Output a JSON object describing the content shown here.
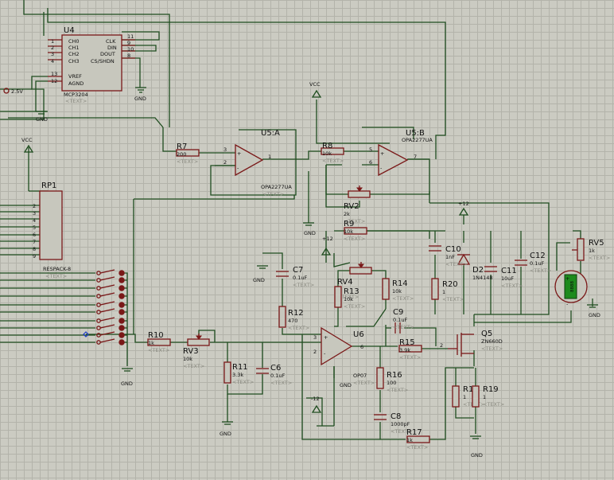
{
  "text_placeholder": "<TEXT>",
  "vcc": "VCC",
  "gnd": "GND",
  "plus12": "+12",
  "minus12": "-12",
  "ref_label": "2.5V",
  "u4": {
    "ref": "U4",
    "part": "MCP3204",
    "pins_left": [
      [
        "1",
        "CH0"
      ],
      [
        "2",
        "CH1"
      ],
      [
        "3",
        "CH2"
      ],
      [
        "4",
        "CH3"
      ],
      [
        "13",
        "VREF"
      ],
      [
        "12",
        "AGND"
      ]
    ],
    "pins_right": [
      [
        "11",
        "CLK"
      ],
      [
        "9",
        "DIN"
      ],
      [
        "10",
        "DOUT"
      ],
      [
        "8",
        "CS/SHDN"
      ]
    ]
  },
  "u5a": {
    "ref": "U5:A",
    "part": "OPA2277UA",
    "pins": [
      "3",
      "2",
      "1"
    ]
  },
  "u5b": {
    "ref": "U5:B",
    "part": "OPA2277UA",
    "pins": [
      "5",
      "6",
      "7"
    ]
  },
  "u6": {
    "ref": "U6",
    "part": "OP07",
    "pins": [
      "3",
      "2",
      "6"
    ]
  },
  "rp1": {
    "ref": "RP1",
    "part": "RESPACK-8",
    "pins": [
      "2",
      "3",
      "4",
      "5",
      "6",
      "7",
      "8",
      "9"
    ]
  },
  "q5": {
    "ref": "Q5",
    "part": "ZN660D",
    "pin": "2"
  },
  "d2": {
    "ref": "D2",
    "part": "1N4148"
  },
  "display": "8888",
  "components": [
    {
      "ref": "R7",
      "value": "200"
    },
    {
      "ref": "R8",
      "value": "10k"
    },
    {
      "ref": "RV2",
      "value": "2k"
    },
    {
      "ref": "R9",
      "value": "10k"
    },
    {
      "ref": "C7",
      "value": "0.1uF"
    },
    {
      "ref": "RV4",
      "value": ""
    },
    {
      "ref": "R13",
      "value": "10k"
    },
    {
      "ref": "R14",
      "value": "10k"
    },
    {
      "ref": "R12",
      "value": "470"
    },
    {
      "ref": "C9",
      "value": "0.1uF"
    },
    {
      "ref": "R10",
      "value": "1k"
    },
    {
      "ref": "RV3",
      "value": "10k"
    },
    {
      "ref": "R11",
      "value": "3.3k"
    },
    {
      "ref": "C6",
      "value": "0.1uF"
    },
    {
      "ref": "R15",
      "value": "3.9k"
    },
    {
      "ref": "R16",
      "value": "100"
    },
    {
      "ref": "C8",
      "value": "1000pF"
    },
    {
      "ref": "R17",
      "value": "1k"
    },
    {
      "ref": "C10",
      "value": "1nF"
    },
    {
      "ref": "R20",
      "value": "1"
    },
    {
      "ref": "C11",
      "value": "10uF"
    },
    {
      "ref": "C12",
      "value": "0.1uF"
    },
    {
      "ref": "RV5",
      "value": "1k"
    },
    {
      "ref": "R18",
      "value": "1"
    },
    {
      "ref": "R19",
      "value": "1"
    }
  ]
}
